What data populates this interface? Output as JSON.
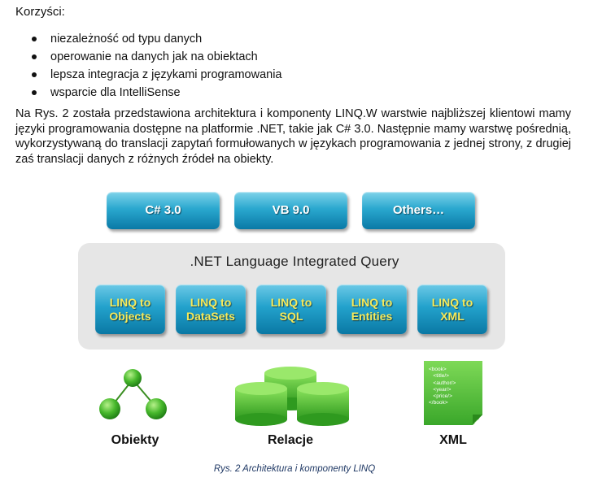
{
  "heading": "Korzyści:",
  "bullets": [
    "niezależność od typu danych",
    "operowanie na danych jak na obiektach",
    "lepsza integracja z językami programowania",
    "wsparcie dla IntelliSense"
  ],
  "paragraph": "Na Rys. 2 została przedstawiona architektura i komponenty LINQ.W warstwie najbliższej klientowi mamy języki programowania dostępne na platformie .NET, takie jak C# 3.0. Następnie mamy warstwę pośrednią, wykorzystywaną do translacji zapytań formułowanych w językach programowania z jednej strony, z drugiej zaś translacji danych z różnych źródeł na obiekty.",
  "diagram": {
    "languages": [
      "C# 3.0",
      "VB 9.0",
      "Others…"
    ],
    "middle_title": ".NET Language Integrated Query",
    "providers": [
      {
        "line1": "LINQ to",
        "line2": "Objects"
      },
      {
        "line1": "LINQ to",
        "line2": "DataSets"
      },
      {
        "line1": "LINQ to",
        "line2": "SQL"
      },
      {
        "line1": "LINQ to",
        "line2": "Entities"
      },
      {
        "line1": "LINQ to",
        "line2": "XML"
      }
    ],
    "sources": [
      "Obiekty",
      "Relacje",
      "XML"
    ],
    "xml_snippet": [
      "<book>",
      "   <title/>",
      "   <author/>",
      "   <year/>",
      "   <price/>",
      "</book>"
    ],
    "colors": {
      "blue_box": "#1a95c3",
      "provider_text": "#f7ea5a",
      "green_shape": "#3fb52a",
      "panel": "#e6e6e6",
      "caption": "#1f3864"
    }
  },
  "caption": "Rys. 2 Architektura i komponenty LINQ"
}
